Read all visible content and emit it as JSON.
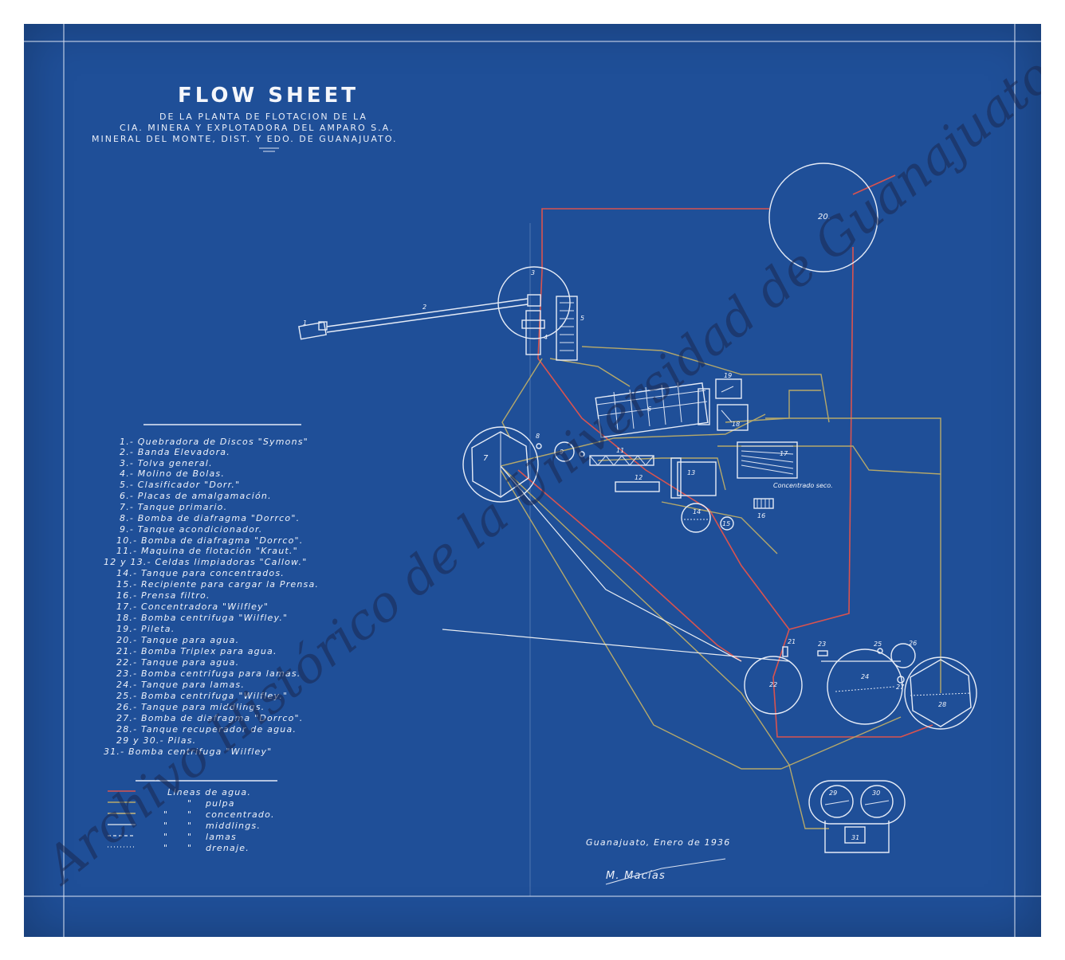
{
  "title": "FLOW SHEET",
  "subtitle_lines": [
    "DE LA PLANTA DE FLOTACION DE LA",
    "CIA. MINERA Y EXPLOTADORA DEL AMPARO S.A.",
    "MINERAL DEL MONTE, DIST. Y EDO. DE GUANAJUATO."
  ],
  "legend_items": [
    "1.- Quebradora de Discos \"Symons\"",
    "2.- Banda Elevadora.",
    "3.- Tolva general.",
    "4.- Molino de Bolas.",
    "5.- Clasificador \"Dorr.\"",
    "6.- Placas de amalgamación.",
    "7.- Tanque primario.",
    "8.- Bomba de diafragma \"Dorrco\".",
    "9.- Tanque acondicionador.",
    "10.- Bomba de diafragma \"Dorrco\".",
    "11.- Maquina de flotación \"Kraut.\"",
    "12 y 13.- Celdas limpiadoras \"Callow.\"",
    "14.- Tanque para concentrados.",
    "15.- Recipiente para cargar la Prensa.",
    "16.- Prensa filtro.",
    "17.- Concentradora \"Wilfley\"",
    "18.- Bomba centrifuga \"Wilfley.\"",
    "19.- Pileta.",
    "20.- Tanque para agua.",
    "21.- Bomba Triplex para agua.",
    "22.- Tanque para agua.",
    "23.- Bomba centrifuga para lamas.",
    "24.- Tanque para lamas.",
    "25.- Bomba centrifuga \"Wilfley.\"",
    "26.- Tanque para middlings.",
    "27.- Bomba de diafragma \"Dorrco\".",
    "28.- Tanque recuperador de agua.",
    "29 y 30.- Pilas.",
    "31.- Bomba centrifuga \"Wilfley\""
  ],
  "line_legend": {
    "water": "Lineas de agua.",
    "pulp": "pulpa",
    "concentrate": "concentrado.",
    "middlings": "middlings.",
    "slimes": "lamas",
    "drainage": "drenaje.",
    "ditto": "\"",
    "colors": {
      "water": "#d9534f",
      "pulp": "#b5a86a",
      "concentrate": "#c9b77a",
      "middlings": "#e6ecf7",
      "slimes": "#e6ecf7",
      "drainage": "#e6ecf7"
    }
  },
  "labels": {
    "n1": "1",
    "n2": "2",
    "n3": "3",
    "n4": "4",
    "n5": "5",
    "n6": "6",
    "n7": "7",
    "n8": "8",
    "n9": "9",
    "n11": "11",
    "n12": "12",
    "n13": "13",
    "n14": "14",
    "n15": "15",
    "n16": "16",
    "n17": "17",
    "n18": "18",
    "n19": "19",
    "n20": "20.",
    "n21": "21",
    "n22": "22",
    "n23": "23",
    "n24": "24",
    "n25": "25",
    "n26": "26",
    "n27": "27",
    "n28": "28",
    "n29": "29",
    "n30": "30",
    "n31": "31",
    "n5b": "5",
    "concentrado_seco": "Concentrado seco."
  },
  "footer": {
    "place_date": "Guanajuato, Enero de 1936",
    "signature": "M. Macías"
  },
  "watermark": "Archivo Histórico de la Universidad de Guanajuato",
  "colors": {
    "paper": "#1f4f98",
    "ink": "#e6ecf7",
    "water_line": "#d9534f"
  }
}
